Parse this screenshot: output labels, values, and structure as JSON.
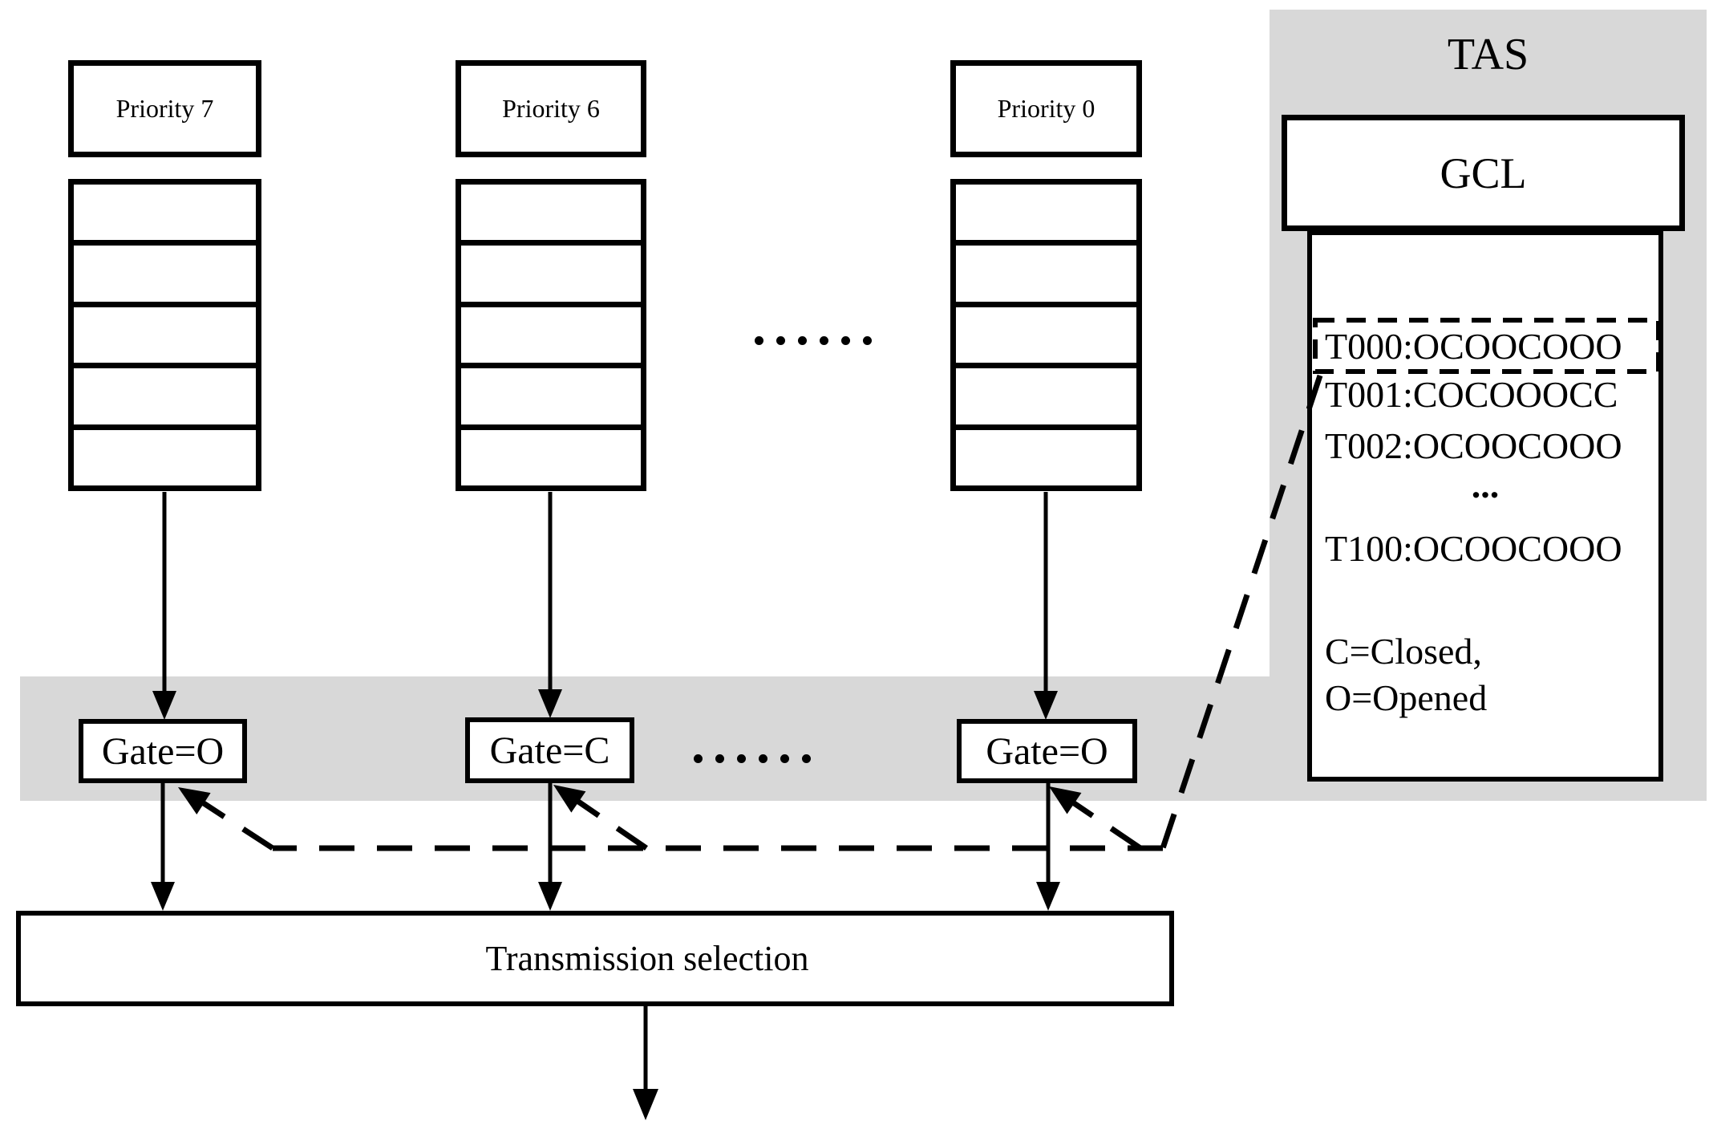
{
  "diagram_title": "TAS",
  "queues": [
    {
      "label": "Priority 7",
      "cells": 5
    },
    {
      "label": "Priority 6",
      "cells": 5
    },
    {
      "label": "Priority 0",
      "cells": 5
    }
  ],
  "queue_ellipsis": "......",
  "gates": [
    {
      "label": "Gate=O",
      "state": "O"
    },
    {
      "label": "Gate=C",
      "state": "C"
    },
    {
      "label": "Gate=O",
      "state": "O"
    }
  ],
  "gate_ellipsis": "......",
  "tas": {
    "label": "TAS",
    "gcl": {
      "label": "GCL",
      "entries": [
        "T000:OCOOCOOO",
        "T001:COCOOOCC",
        "T002:OCOOCOOO",
        "...",
        "T100:OCOOCOOO"
      ],
      "highlight_index": 0,
      "legend": [
        "C=Closed,",
        "O=Opened"
      ]
    }
  },
  "transmission": {
    "label": "Transmission selection"
  },
  "colors": {
    "panel_gray": "#d8d8d8",
    "line_black": "#000000"
  }
}
